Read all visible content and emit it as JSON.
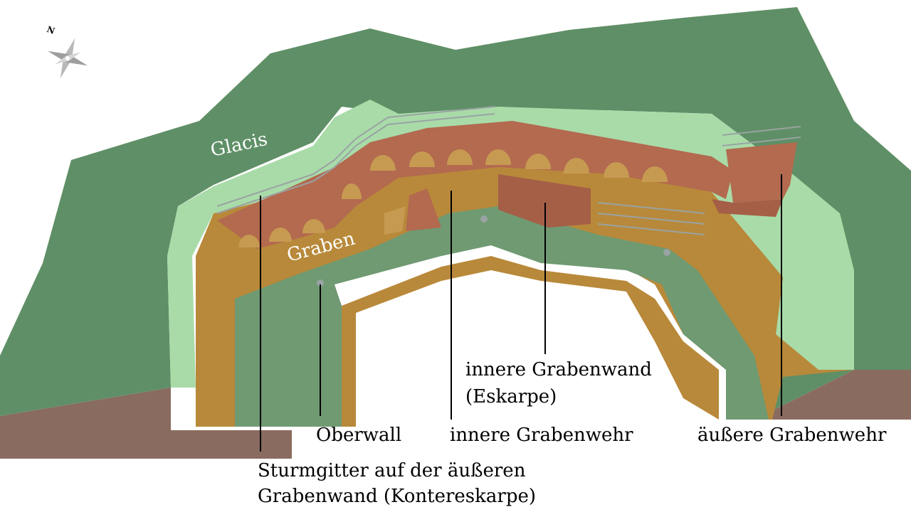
{
  "compass": {
    "north_letter": "N",
    "icon": "compass-rose-icon"
  },
  "regions": {
    "glacis": "Glacis",
    "graben": "Graben"
  },
  "labels": {
    "oberwall": "Oberwall",
    "sturmgitter_line1": "Sturmgitter auf der äußeren",
    "sturmgitter_line2": "Grabenwand (Kontereskarpe)",
    "innere_grabenwehr": "innere Grabenwehr",
    "innere_grabenwand_line1": "innere Grabenwand",
    "innere_grabenwand_line2": "(Eskarpe)",
    "aeussere_grabenwehr": "äußere Grabenwehr"
  },
  "colors": {
    "glacis_green": "#5f8f66",
    "light_green": "#a9dba9",
    "ditch_ochre": "#b8893a",
    "brick": "#b36a4f",
    "arch_fill": "#c79a52",
    "earth": "#8a6b5f",
    "leader_line": "#000000"
  }
}
